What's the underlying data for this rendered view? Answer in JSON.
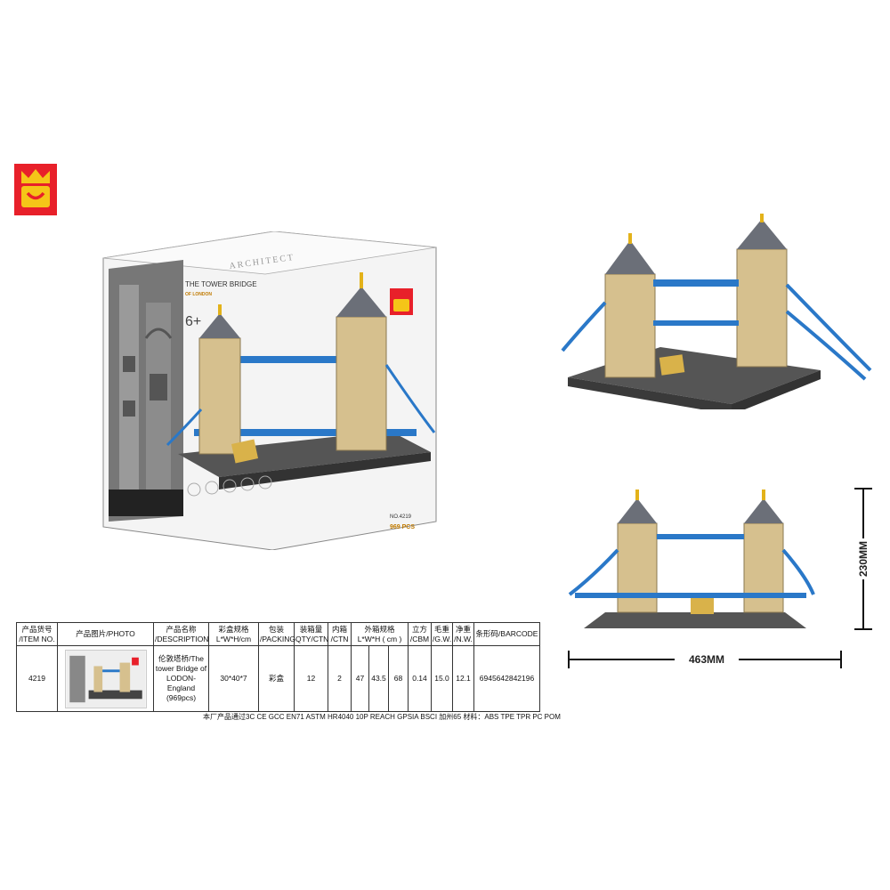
{
  "brand": {
    "logo_color": "#e8202a",
    "mark_color": "#f5c518"
  },
  "box": {
    "series": "ARCHITECT",
    "title": "THE TOWER BRIDGE",
    "subtitle": "OF LONDON",
    "age": "6+",
    "item_no": "NO.4219",
    "pcs": "969 PCS"
  },
  "dimensions": {
    "height": "230MM",
    "width": "463MM"
  },
  "table": {
    "headers": [
      {
        "l1": "产品货号",
        "l2": "/ITEM NO."
      },
      {
        "l1": "产品图片/PHOTO",
        "l2": ""
      },
      {
        "l1": "产品名称",
        "l2": "/DESCRIPTION"
      },
      {
        "l1": "彩盒规格",
        "l2": "L*W*H/cm"
      },
      {
        "l1": "包装",
        "l2": "/PACKING"
      },
      {
        "l1": "装箱量",
        "l2": "QTY/CTN"
      },
      {
        "l1": "内箱",
        "l2": "/CTN"
      },
      {
        "l1": "外箱规格",
        "l2": "L*W*H ( cm )"
      },
      {
        "l1": "立方",
        "l2": "/CBM"
      },
      {
        "l1": "毛重",
        "l2": "/G.W."
      },
      {
        "l1": "净重",
        "l2": "/N.W."
      },
      {
        "l1": "条形码/BARCODE",
        "l2": ""
      }
    ],
    "row": {
      "item_no": "4219",
      "description": [
        "伦敦塔桥/The",
        "tower Bridge of",
        "LODON-",
        "England",
        "(969pcs)"
      ],
      "box_size": "30*40*7",
      "packing": "彩盒",
      "qty_ctn": "12",
      "inner_ctn": "2",
      "outer_l": "47",
      "outer_w": "43.5",
      "outer_h": "68",
      "cbm": "0.14",
      "gw": "15.0",
      "nw": "12.1",
      "barcode": "6945642842196"
    }
  },
  "footer": "本厂产品通过3C  CE  GCC  EN71  ASTM  HR4040 10P  REACH  GPSIA  BSCI  加州65   材料：ABS TPE TPR PC POM"
}
